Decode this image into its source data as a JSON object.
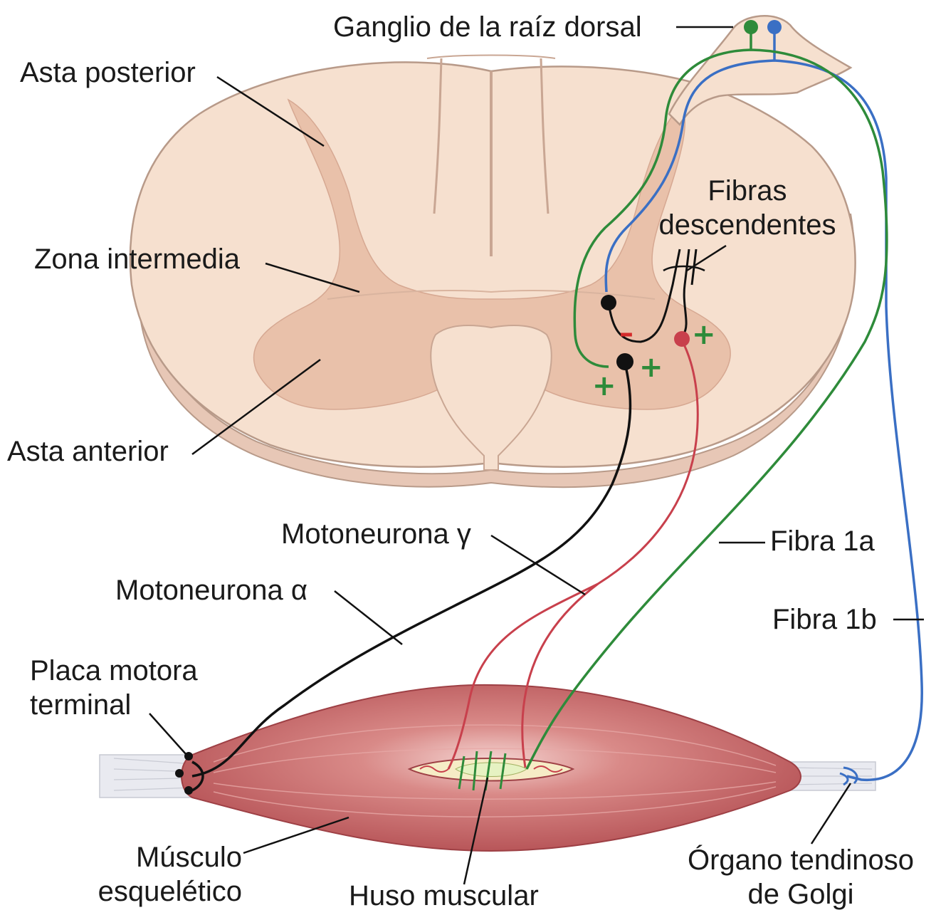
{
  "labels": {
    "ganglio": "Ganglio de la raíz dorsal",
    "asta_posterior": "Asta posterior",
    "zona_intermedia": "Zona intermedia",
    "asta_anterior": "Asta anterior",
    "fibras_1": "Fibras",
    "fibras_2": "descendentes",
    "motoneurona_gamma": "Motoneurona γ",
    "motoneurona_alpha": "Motoneurona α",
    "fibra_1a": "Fibra 1a",
    "fibra_1b": "Fibra 1b",
    "placa_1": "Placa motora",
    "placa_2": "terminal",
    "musculo_1": "Músculo",
    "musculo_2": "esquelético",
    "huso": "Huso muscular",
    "organo_1": "Órgano tendinoso",
    "organo_2": "de Golgi"
  },
  "signs": {
    "minus": "–",
    "plus": "+"
  },
  "colors": {
    "fibra_1a": "#2e8b3a",
    "fibra_1b": "#3a6fc4",
    "motoneurona_gamma": "#c8404c",
    "motoneurona_alpha": "#111111",
    "cord_white_matter": "#f3ddcc",
    "cord_gray_matter": "#e8bfa8",
    "muscle": "#c0595c",
    "inhibition": "#d42a2a"
  }
}
